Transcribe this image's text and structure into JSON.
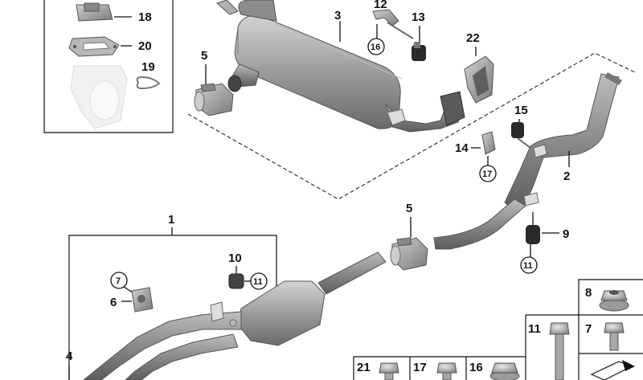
{
  "labels": {
    "p1": "1",
    "p2": "2",
    "p3": "3",
    "p4": "4",
    "p5a": "5",
    "p5b": "5",
    "p6": "6",
    "p7": "7",
    "p9": "9",
    "p10": "10",
    "p11a": "11",
    "p11b": "11",
    "p12": "12",
    "p13": "13",
    "p14": "14",
    "p15": "15",
    "p16": "16",
    "p17": "17",
    "p18": "18",
    "p19": "19",
    "p20": "20",
    "p22": "22"
  },
  "hardware_boxes": {
    "b8": "8",
    "b7": "7",
    "b11": "11",
    "b21": "21",
    "b17": "17",
    "b16": "16"
  },
  "colors": {
    "metal_light": "#c9c9c9",
    "metal_mid": "#9a9a9a",
    "metal_dark": "#6e6e6e",
    "rubber": "#2a2a2a"
  }
}
